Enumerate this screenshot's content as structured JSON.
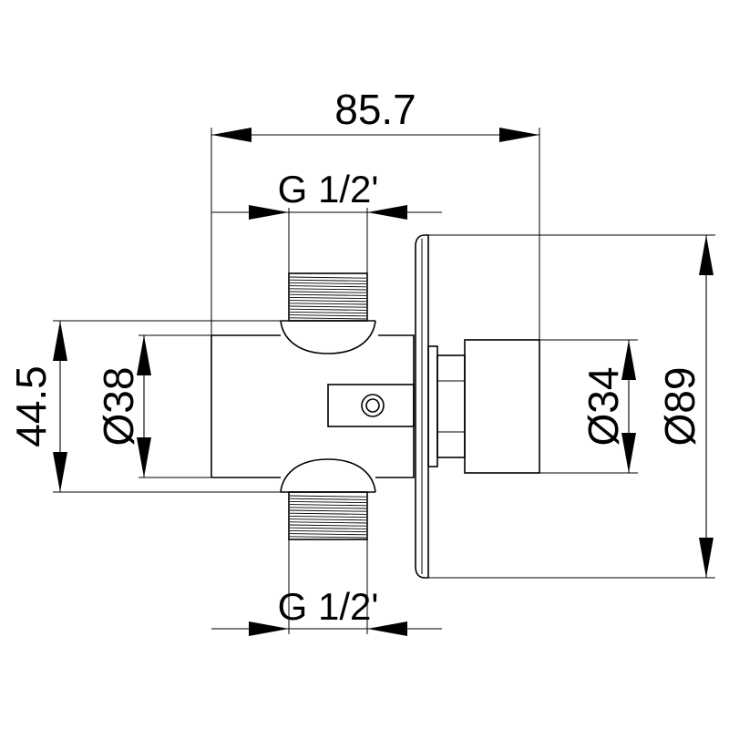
{
  "dimensions": {
    "overall_length": "85.7",
    "inlet_thread_top": "G 1/2'",
    "inlet_thread_bottom": "G 1/2'",
    "body_height": "44.5",
    "body_diameter": "Ø38",
    "spindle_diameter": "Ø34",
    "flange_diameter": "Ø89"
  }
}
